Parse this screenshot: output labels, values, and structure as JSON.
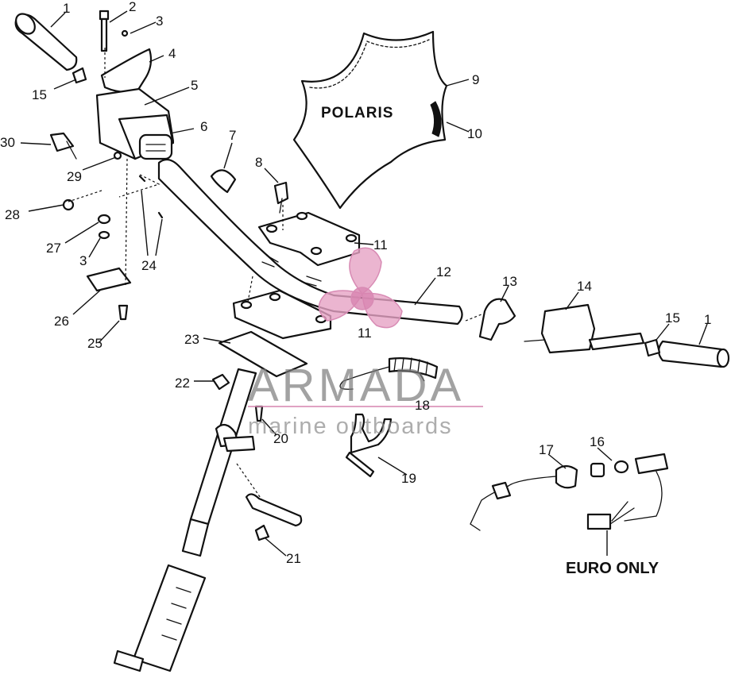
{
  "callouts": [
    {
      "id": "c1a",
      "text": "1"
    },
    {
      "id": "c2",
      "text": "2"
    },
    {
      "id": "c3a",
      "text": "3"
    },
    {
      "id": "c4",
      "text": "4"
    },
    {
      "id": "c5",
      "text": "5"
    },
    {
      "id": "c6",
      "text": "6"
    },
    {
      "id": "c7",
      "text": "7"
    },
    {
      "id": "c8",
      "text": "8"
    },
    {
      "id": "c9",
      "text": "9"
    },
    {
      "id": "c10",
      "text": "10"
    },
    {
      "id": "c11a",
      "text": "11"
    },
    {
      "id": "c11b",
      "text": "11"
    },
    {
      "id": "c12",
      "text": "12"
    },
    {
      "id": "c13",
      "text": "13"
    },
    {
      "id": "c14",
      "text": "14"
    },
    {
      "id": "c15a",
      "text": "15"
    },
    {
      "id": "c15b",
      "text": "15"
    },
    {
      "id": "c1b",
      "text": "1"
    },
    {
      "id": "c16",
      "text": "16"
    },
    {
      "id": "c17",
      "text": "17"
    },
    {
      "id": "c18",
      "text": "18"
    },
    {
      "id": "c19",
      "text": "19"
    },
    {
      "id": "c20",
      "text": "20"
    },
    {
      "id": "c21",
      "text": "21"
    },
    {
      "id": "c22",
      "text": "22"
    },
    {
      "id": "c23",
      "text": "23"
    },
    {
      "id": "c24",
      "text": "24"
    },
    {
      "id": "c25",
      "text": "25"
    },
    {
      "id": "c26",
      "text": "26"
    },
    {
      "id": "c27",
      "text": "27"
    },
    {
      "id": "c3b",
      "text": "3"
    },
    {
      "id": "c28",
      "text": "28"
    },
    {
      "id": "c29",
      "text": "29"
    },
    {
      "id": "c30",
      "text": "30"
    }
  ],
  "pad_brand": "POLARIS",
  "euro_note": "EURO ONLY",
  "watermark": {
    "name": "ARMADA",
    "tagline": "marine outboards",
    "logo_color": "#e6a3c4"
  }
}
